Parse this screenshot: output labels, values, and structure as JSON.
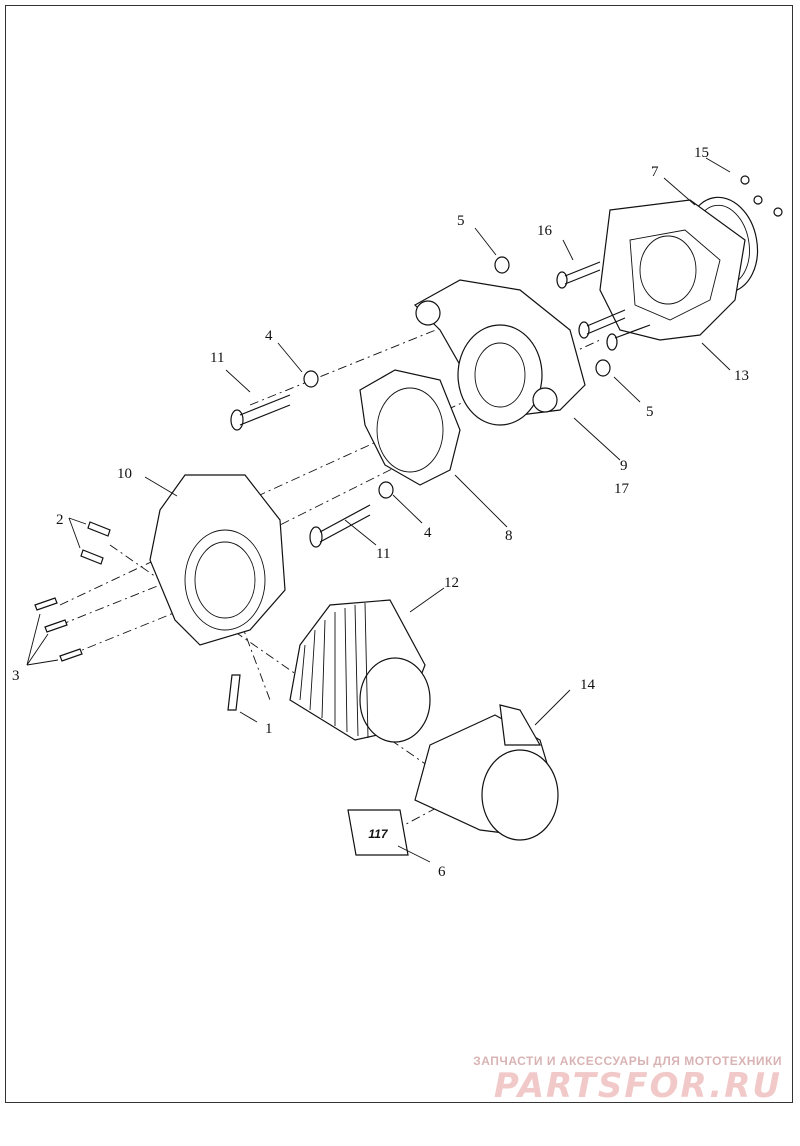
{
  "callouts": {
    "c1": "1",
    "c2": "2",
    "c3": "3",
    "c4a": "4",
    "c4b": "4",
    "c5a": "5",
    "c5b": "5",
    "c6": "6",
    "c7": "7",
    "c8": "8",
    "c9": "9",
    "c10": "10",
    "c11a": "11",
    "c11b": "11",
    "c12": "12",
    "c13": "13",
    "c14": "14",
    "c15": "15",
    "c16": "16",
    "c17": "17"
  },
  "badge_text": "117",
  "watermark": {
    "tagline": "ЗАПЧАСТИ И АКСЕССУАРЫ ДЛЯ МОТОТЕХНИКИ",
    "logo": "PARTSFOR.RU"
  },
  "colors": {
    "line": "#111111",
    "watermark": "#f2c9c9"
  }
}
